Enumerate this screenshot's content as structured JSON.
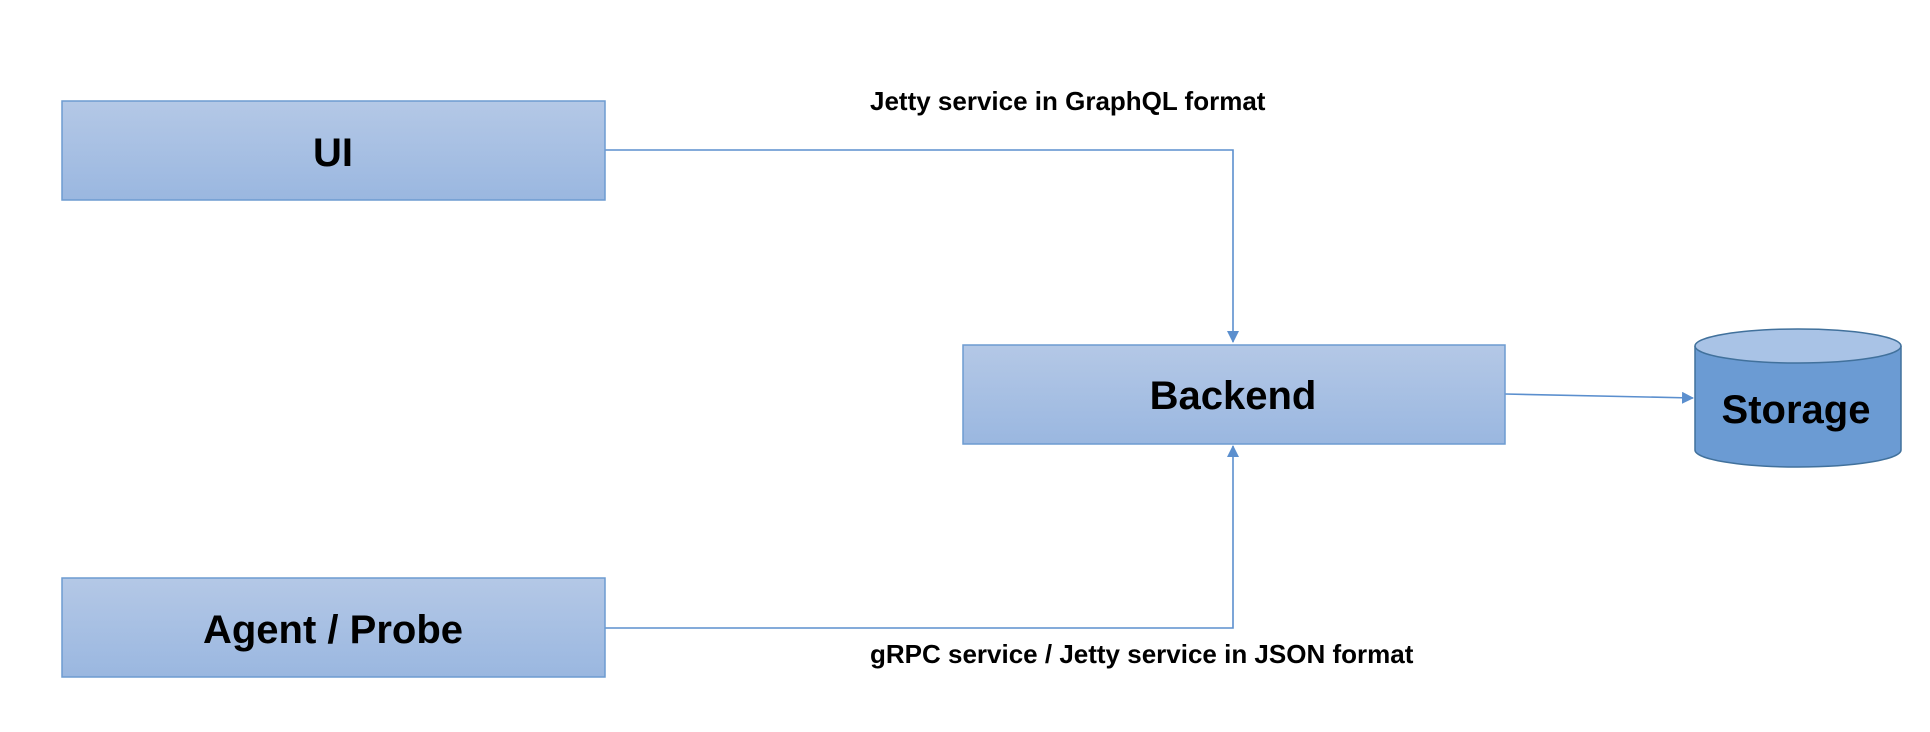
{
  "nodes": {
    "ui": {
      "label": "UI"
    },
    "agent": {
      "label": "Agent / Probe"
    },
    "backend": {
      "label": "Backend"
    },
    "storage": {
      "label": "Storage"
    }
  },
  "edges": {
    "ui_to_backend": {
      "label": "Jetty service in GraphQL format"
    },
    "agent_to_backend": {
      "label": "gRPC service / Jetty service in JSON format"
    },
    "backend_to_storage": {
      "label": ""
    }
  },
  "colors": {
    "box_fill_top": "#b4c8e6",
    "box_fill_bottom": "#9ab7e0",
    "box_stroke": "#6d9bd1",
    "connector": "#5b8fce",
    "cylinder_body": "#6b9bd3",
    "cylinder_top": "#a9c3e6",
    "cylinder_stroke": "#41719c",
    "text": "#000000"
  }
}
